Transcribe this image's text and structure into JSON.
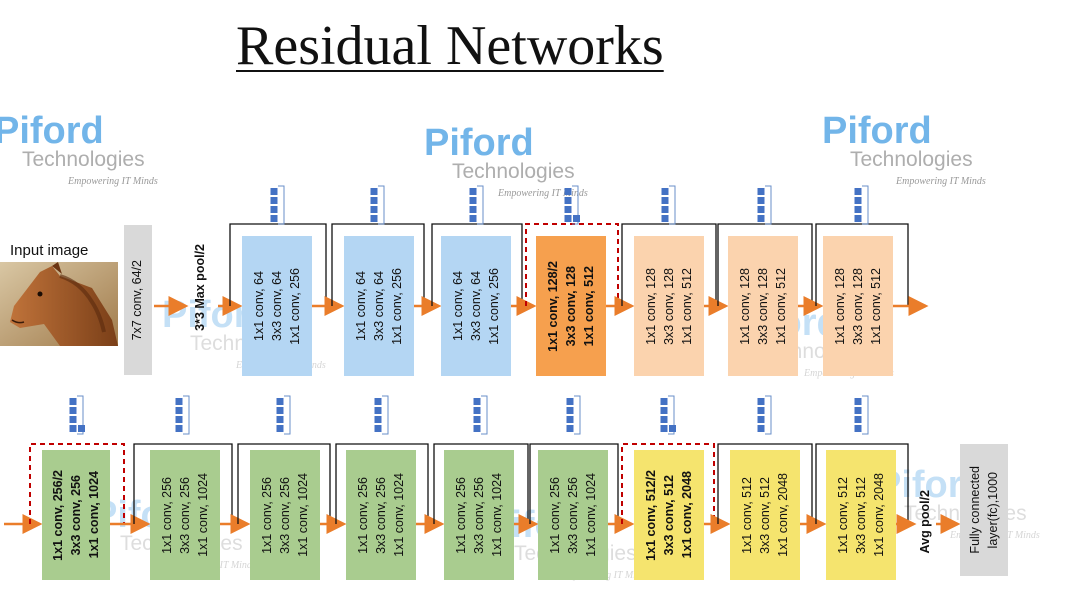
{
  "title": "Residual Networks",
  "watermark": {
    "brand": "Piford",
    "sub": "Technologies",
    "tagline": "Empowering IT Minds"
  },
  "input": {
    "label": "Input image"
  },
  "stem": {
    "conv": "7x7 conv, 64/2",
    "pool": "3*3 Max pool/2"
  },
  "row1_blocks": [
    {
      "lines": [
        "1x1 conv, 64",
        "3x3 conv, 64",
        "1x1 conv, 256"
      ],
      "bold": false
    },
    {
      "lines": [
        "1x1 conv, 64",
        "3x3 conv, 64",
        "1x1 conv, 256"
      ],
      "bold": false
    },
    {
      "lines": [
        "1x1 conv, 64",
        "3x3 conv, 64",
        "1x1 conv, 256"
      ],
      "bold": false
    },
    {
      "lines": [
        "1x1 conv, 128/2",
        "3x3 conv, 128",
        "1x1 conv, 512"
      ],
      "bold": true
    },
    {
      "lines": [
        "1x1 conv, 128",
        "3x3 conv, 128",
        "1x1 conv, 512"
      ],
      "bold": false
    },
    {
      "lines": [
        "1x1 conv, 128",
        "3x3 conv, 128",
        "1x1 conv, 512"
      ],
      "bold": false
    },
    {
      "lines": [
        "1x1 conv, 128",
        "3x3 conv, 128",
        "1x1 conv, 512"
      ],
      "bold": false
    }
  ],
  "row2_blocks": [
    {
      "lines": [
        "1x1 conv, 256/2",
        "3x3 conv, 256",
        "1x1 conv, 1024"
      ],
      "bold": true
    },
    {
      "lines": [
        "1x1 conv, 256",
        "3x3 conv, 256",
        "1x1 conv, 1024"
      ],
      "bold": false
    },
    {
      "lines": [
        "1x1 conv, 256",
        "3x3 conv, 256",
        "1x1 conv, 1024"
      ],
      "bold": false
    },
    {
      "lines": [
        "1x1 conv, 256",
        "3x3 conv, 256",
        "1x1 conv, 1024"
      ],
      "bold": false
    },
    {
      "lines": [
        "1x1 conv, 256",
        "3x3 conv, 256",
        "1x1 conv, 1024"
      ],
      "bold": false
    },
    {
      "lines": [
        "1x1 conv, 256",
        "3x3 conv, 256",
        "1x1 conv, 1024"
      ],
      "bold": false
    },
    {
      "lines": [
        "1x1 conv, 512/2",
        "3x3 conv, 512",
        "1x1 conv, 2048"
      ],
      "bold": true
    },
    {
      "lines": [
        "1x1 conv, 512",
        "3x3 conv, 512",
        "1x1 conv, 2048"
      ],
      "bold": false
    },
    {
      "lines": [
        "1x1 conv, 512",
        "3x3 conv, 512",
        "1x1 conv, 2048"
      ],
      "bold": false
    }
  ],
  "head": {
    "pool": "Avg pool/2",
    "fc_line1": "Fully connected",
    "fc_line2": "layer(fc),1000"
  },
  "colors": {
    "blue": "#b4d6f3",
    "orange_strong": "#f6a04e",
    "orange_light": "#fbd3ae",
    "green": "#a9cc8f",
    "yellow": "#f5e46e",
    "arrow": "#ea7d2a",
    "dashed": "#c00000",
    "node": "#4472c4",
    "gray": "#d9d9d9"
  }
}
